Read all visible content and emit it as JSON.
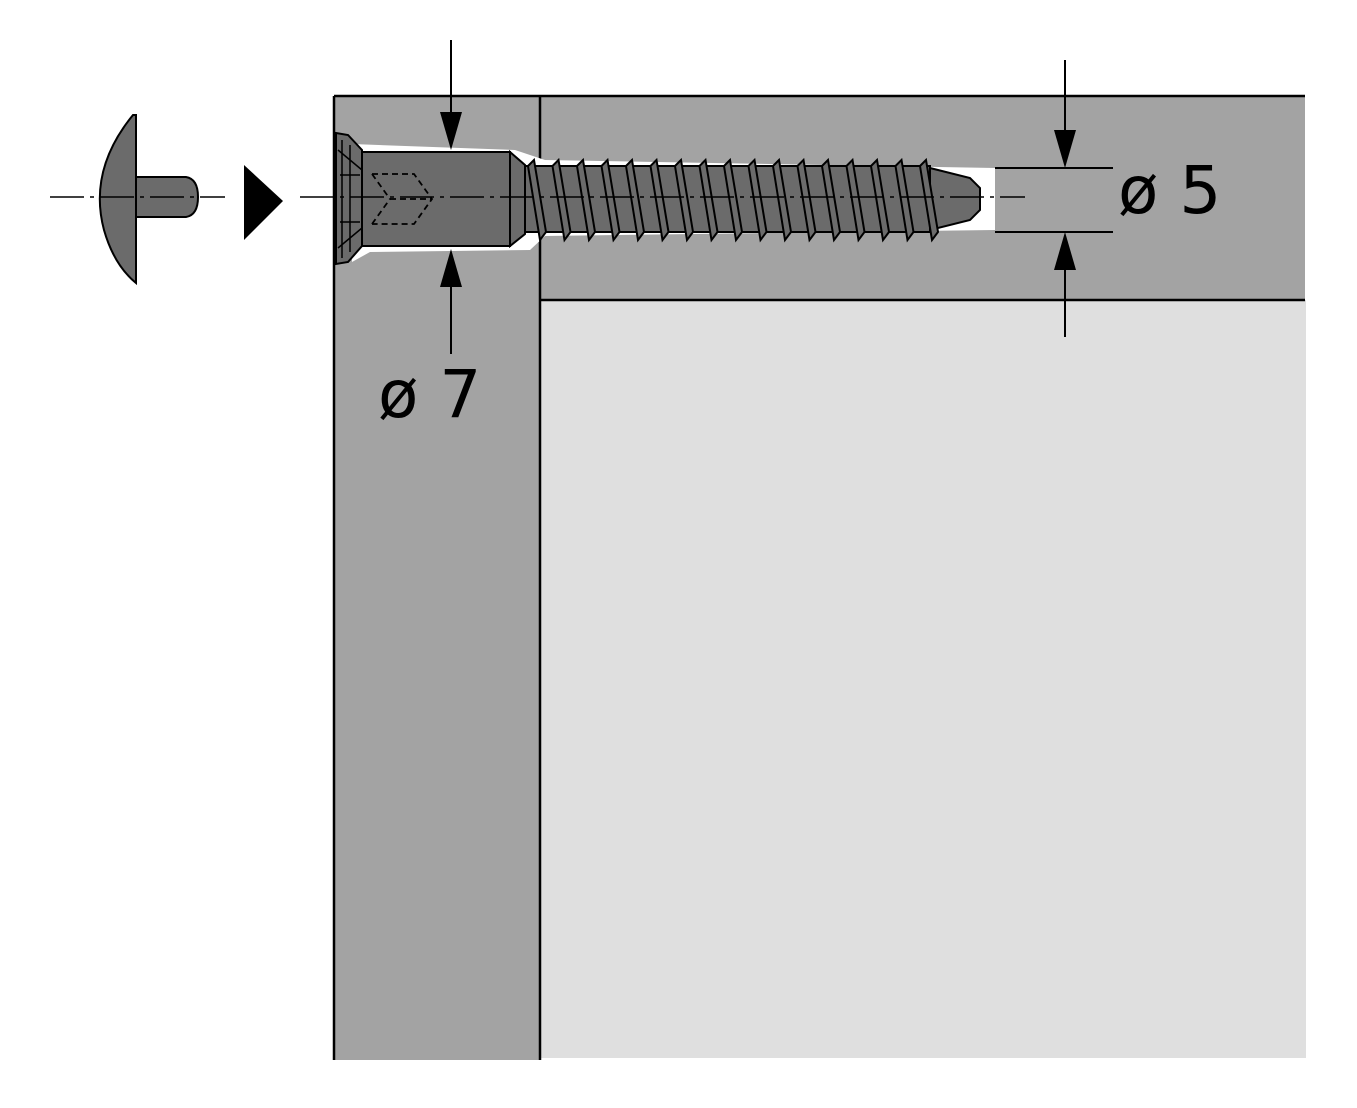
{
  "diagram": {
    "labels": {
      "large_diameter": "ø 7",
      "small_diameter": "ø 5"
    },
    "colors": {
      "board": "#a3a3a3",
      "panel": "#dfdfdf",
      "bore": "#ffffff",
      "screw": "#6b6b6b",
      "line": "#000000"
    },
    "parts": [
      "cover-cap",
      "insertion-arrow",
      "screw",
      "side-panel",
      "top-panel",
      "back-panel"
    ]
  }
}
